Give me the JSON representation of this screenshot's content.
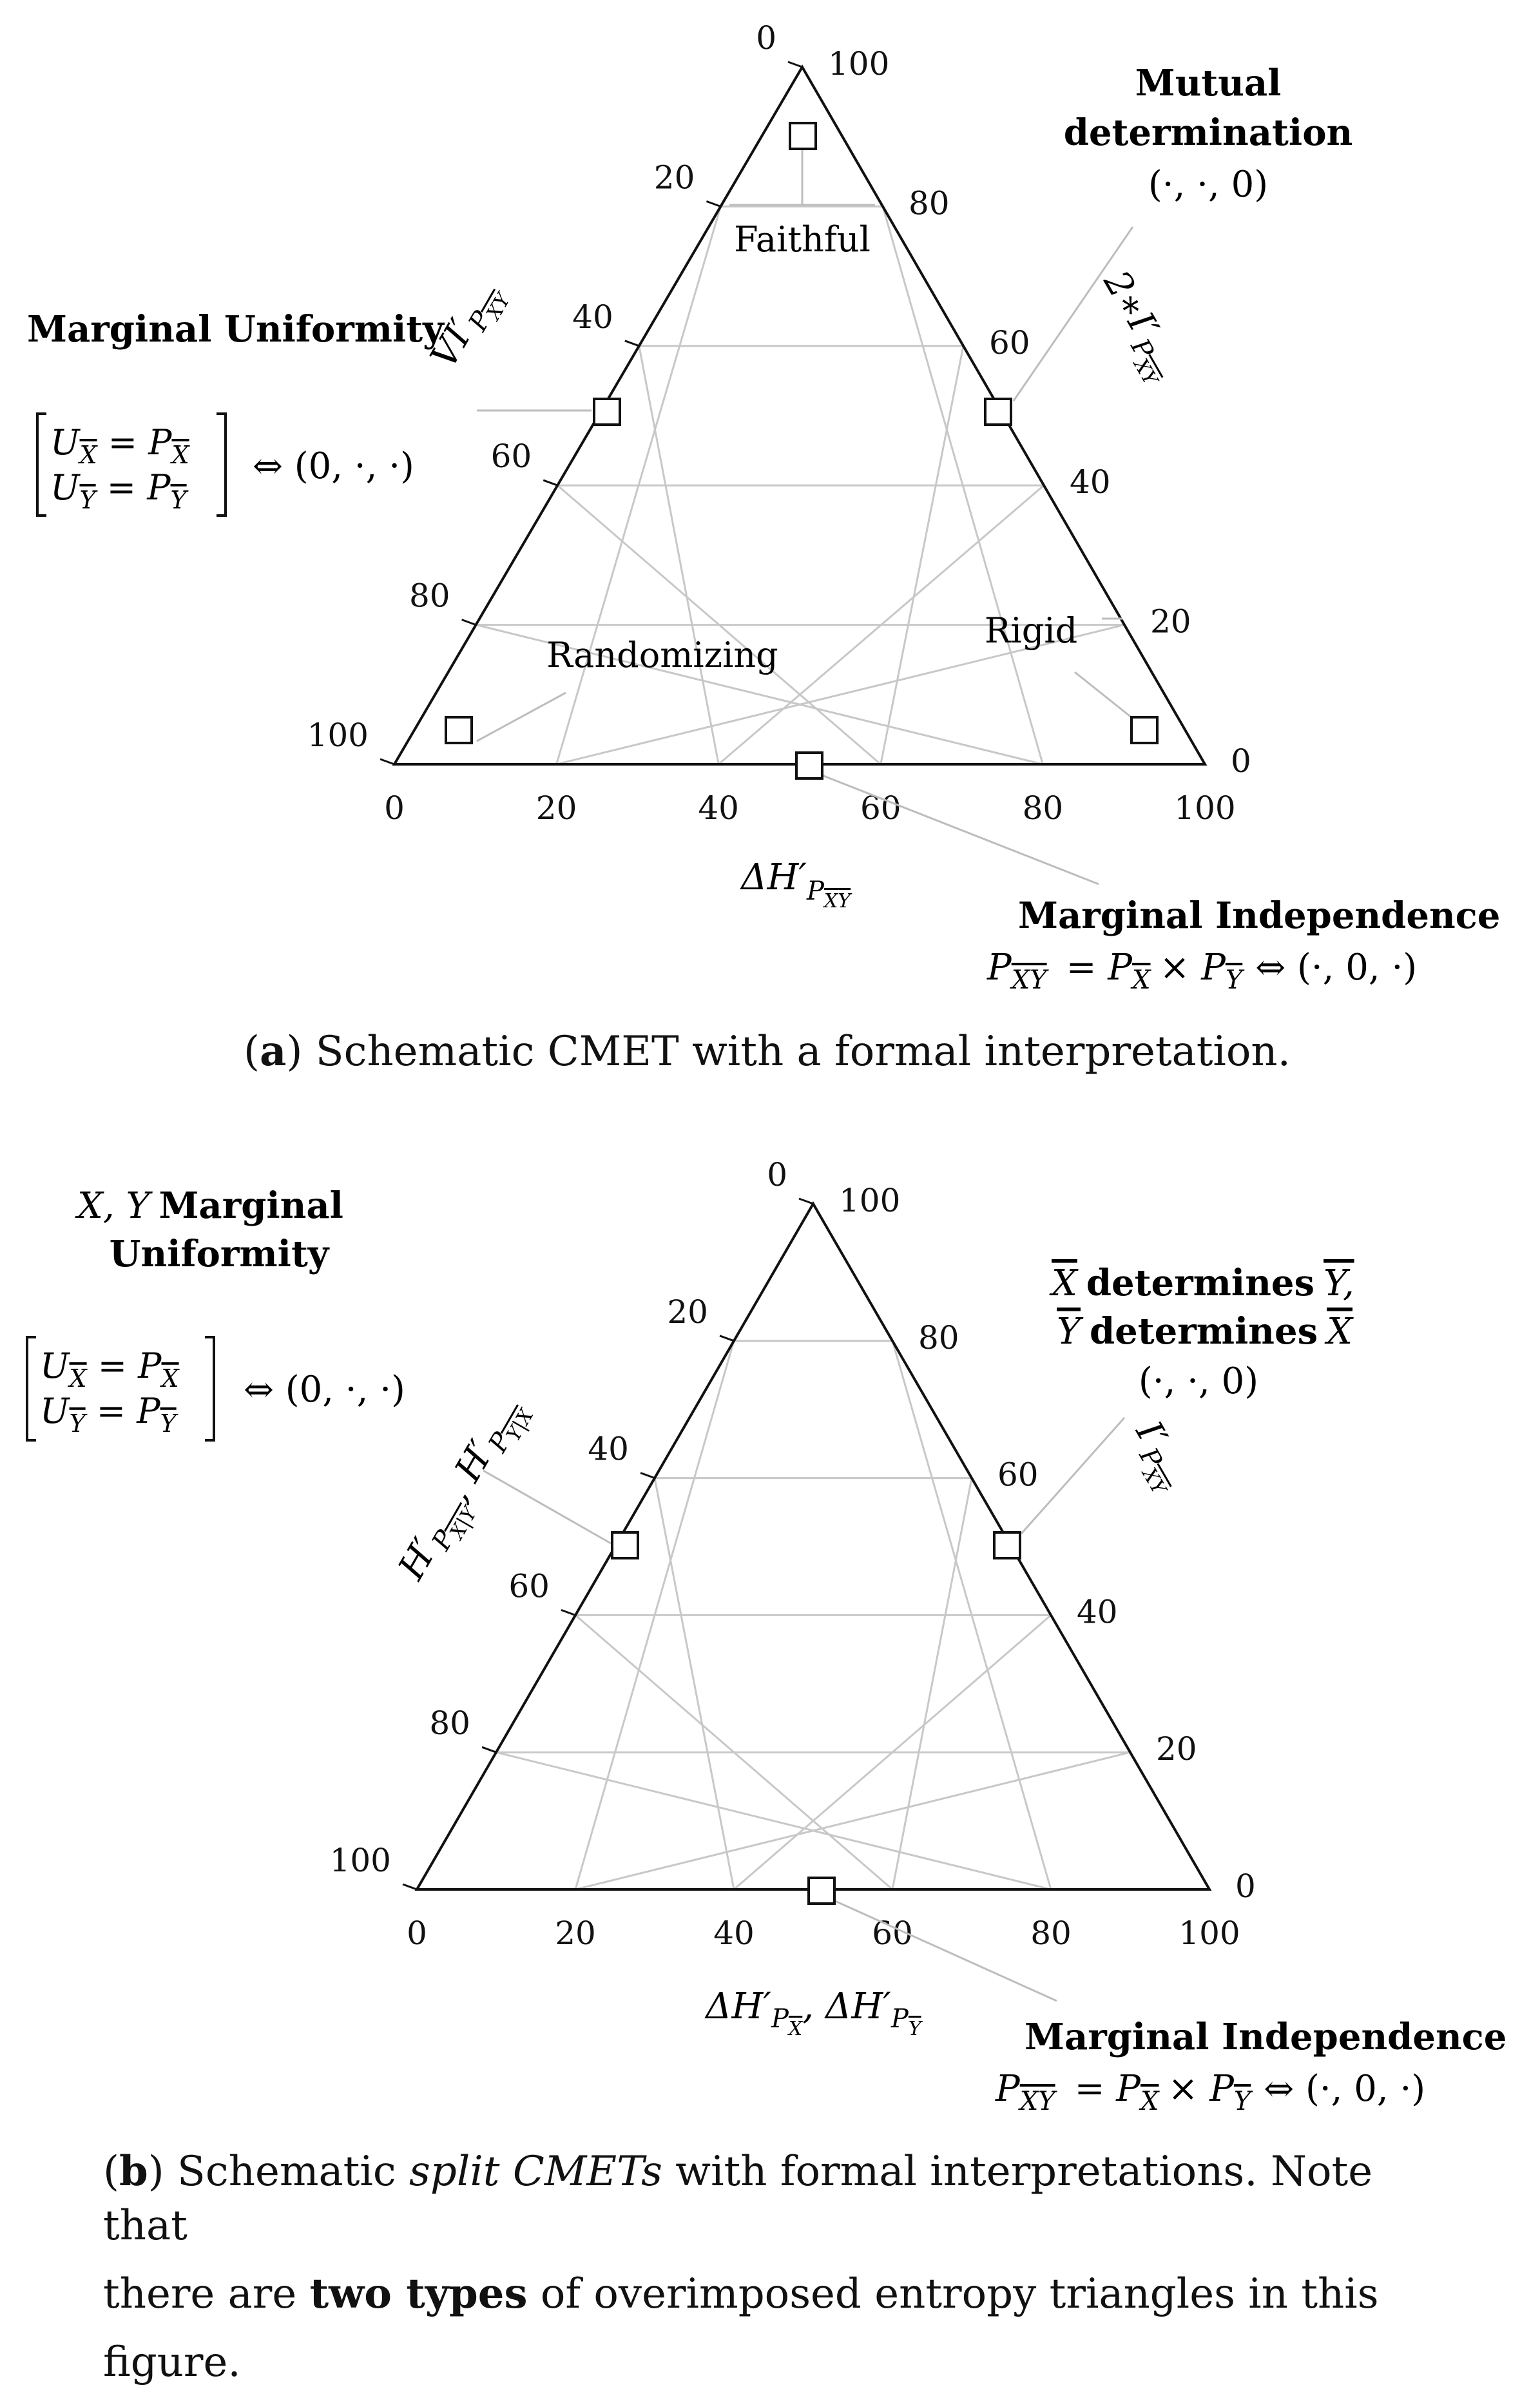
{
  "figure_a": {
    "ticks": [
      "0",
      "20",
      "40",
      "60",
      "80",
      "100"
    ],
    "regions": {
      "faithful": "Faithful",
      "randomizing": "Randomizing",
      "rigid": "Rigid"
    },
    "axis_bottom": {
      "main": "ΔH′",
      "sub": "P",
      "subsub": "XY"
    },
    "axis_left": {
      "main": "VI′",
      "sub": "P",
      "subsub": "XY"
    },
    "axis_right": {
      "main": "2∗I′",
      "sub": "P",
      "subsub": "XY"
    },
    "mutual": {
      "line1": "Mutual",
      "line2": "determination",
      "formula": "(·, ·, 0)"
    },
    "uniformity": {
      "title": "Marginal Uniformity",
      "row1_l": "U",
      "row1_r": "P",
      "row1_sub": "X",
      "row2_l": "U",
      "row2_r": "P",
      "row2_sub": "Y",
      "arrow": "⇔ (0, ·, ·)"
    },
    "independence": {
      "title": "Marginal Independence",
      "lhs": "P",
      "lhs_sub": "XY",
      "mid": "= P",
      "mid_sub": "X",
      "times": "× P",
      "times_sub": "Y",
      "rhs": "⇔ (·, 0, ·)"
    },
    "caption": {
      "label": "a",
      "text": " Schematic CMET with a formal interpretation."
    }
  },
  "figure_b": {
    "ticks": [
      "0",
      "20",
      "40",
      "60",
      "80",
      "100"
    ],
    "axis_bottom": {
      "text": "ΔH′",
      "sub1": "X",
      "sub2": "Y"
    },
    "axis_left": {
      "text": "H′",
      "sub1": "X|Y",
      "sub2": "Y|X"
    },
    "axis_right": {
      "main": "I′",
      "sub": "P",
      "subsub": "XY"
    },
    "uniformity": {
      "title_vars": "X, Y",
      "title1": "Marginal",
      "title2": "Uniformity",
      "row1_l": "U",
      "row1_r": "P",
      "row1_sub": "X",
      "row2_l": "U",
      "row2_r": "P",
      "row2_sub": "Y",
      "arrow": "⇔ (0, ·, ·)"
    },
    "determines": {
      "line1_a": "X",
      "line1_b": "determines",
      "line1_c": "Y,",
      "line2_a": "Y",
      "line2_b": "determines",
      "line2_c": "X",
      "formula": "(·, ·, 0)"
    },
    "independence": {
      "title": "Marginal Independence",
      "lhs": "P",
      "lhs_sub": "XY",
      "mid": "= P",
      "mid_sub": "X",
      "times": "× P",
      "times_sub": "Y",
      "rhs": "⇔ (·, 0, ·)"
    },
    "caption": {
      "label": "b",
      "text1": " Schematic ",
      "italic": "split CMETs",
      "text2": " with formal interpretations. Note that",
      "line2_a": "there are ",
      "line2_bold": "two types",
      "line2_b": " of overimposed entropy triangles in this",
      "line3": "figure."
    }
  },
  "colors": {
    "grid": "#c8c8c8",
    "ink": "#111111",
    "leader": "#bdbdbd"
  }
}
